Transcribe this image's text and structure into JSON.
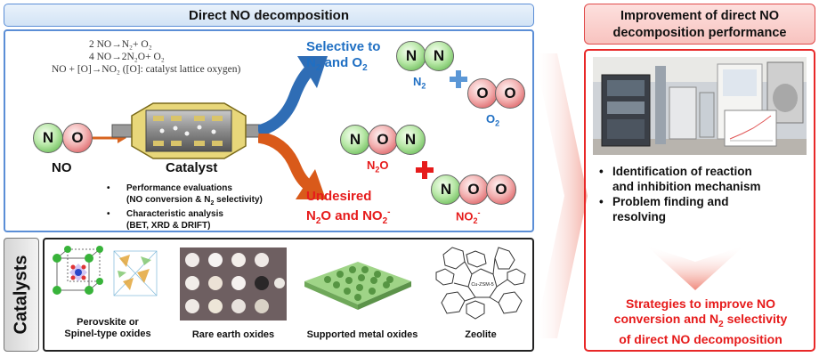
{
  "left": {
    "title": "Direct NO decomposition",
    "equations": [
      "2 NO→N₂+ O₂",
      "4 NO→2N₂O+ O₂",
      "NO + [O]→NO₂ ([O]: catalyst lattice oxygen)"
    ],
    "reactant_label": "NO",
    "catalyst_label": "Catalyst",
    "selective": {
      "line1": "Selective to",
      "line2_a": "N",
      "line2_sub": "2",
      "line2_b": " and O",
      "line2_sub2": "2"
    },
    "undesired": {
      "line1": "Undesired",
      "line2_a": "N",
      "line2_sub": "2",
      "line2_b": "O and NO",
      "line2_sub2": "2",
      "line2_sup": "-"
    },
    "product_labels": {
      "n2_a": "N",
      "n2_sub": "2",
      "o2_a": "O",
      "o2_sub": "2",
      "n2o_a": "N",
      "n2o_sub": "2",
      "n2o_b": "O",
      "no2_a": "NO",
      "no2_sub": "2",
      "no2_sup": "-"
    },
    "atoms": {
      "n": "N",
      "o": "O"
    },
    "bullets": {
      "b1": "Performance evaluations",
      "b1_sub_a": "(NO conversion & N",
      "b1_sub_sub": "2",
      "b1_sub_b": " selectivity)",
      "b2": "Characteristic analysis",
      "b2_sub": "(BET, XRD & DRIFT)"
    }
  },
  "catalysts": {
    "tab_label": "Catalysts",
    "items": [
      {
        "label_line1": "Perovskite or",
        "label_line2": "Spinel-type oxides"
      },
      {
        "label_line1": "Rare earth oxides"
      },
      {
        "label_line1": "Supported metal oxides"
      },
      {
        "label_line1": "Zeolite",
        "inner_text": "Cu-ZSM-5"
      }
    ]
  },
  "right": {
    "title_line1": "Improvement of direct NO",
    "title_line2": "decomposition performance",
    "bullets": [
      {
        "line1": "Identification of reaction",
        "line2": "and inhibition mechanism"
      },
      {
        "line1": "Problem finding and",
        "line2": "resolving"
      }
    ],
    "strategy": {
      "line1": "Strategies to improve NO",
      "line2_a": "conversion and N",
      "line2_sub": "2",
      "line2_b": " selectivity",
      "line3": "of direct NO decomposition"
    }
  },
  "colors": {
    "blue_accent": "#1f6fc3",
    "red_accent": "#e61b1b",
    "arrow_blue": "#2f6db5",
    "arrow_orange": "#d95a1a",
    "nitrogen": "#4fae3c",
    "oxygen": "#d5454a"
  }
}
